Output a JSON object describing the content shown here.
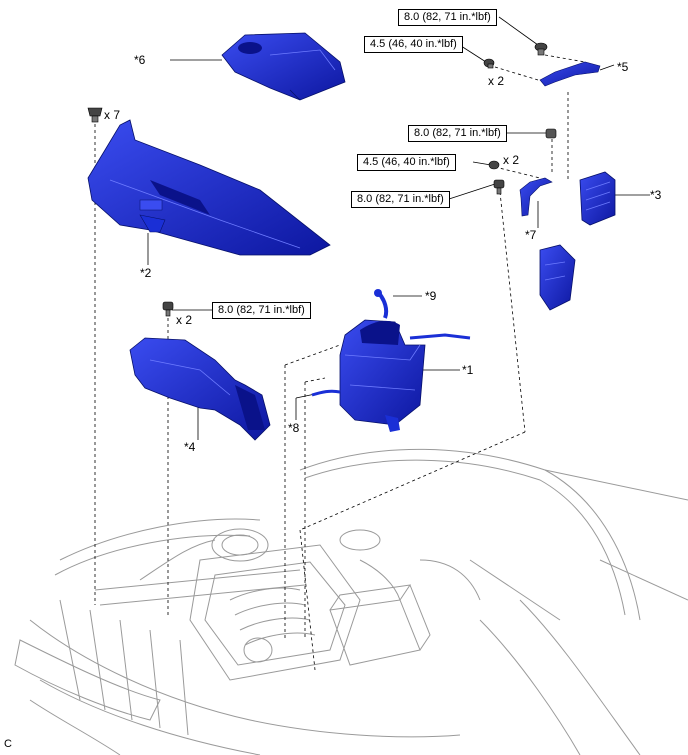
{
  "parts": [
    {
      "id": "p1",
      "label": "*1"
    },
    {
      "id": "p2",
      "label": "*2"
    },
    {
      "id": "p3",
      "label": "*3"
    },
    {
      "id": "p4",
      "label": "*4"
    },
    {
      "id": "p5",
      "label": "*5"
    },
    {
      "id": "p6",
      "label": "*6"
    },
    {
      "id": "p7",
      "label": "*7"
    },
    {
      "id": "p8",
      "label": "*8"
    },
    {
      "id": "p9",
      "label": "*9"
    }
  ],
  "torques": [
    {
      "id": "t1",
      "text": "8.0 (82, 71 in.*lbf)"
    },
    {
      "id": "t2",
      "text": "4.5 (46, 40 in.*lbf)"
    },
    {
      "id": "t3",
      "text": "8.0 (82, 71 in.*lbf)"
    },
    {
      "id": "t4",
      "text": "4.5 (46, 40 in.*lbf)"
    },
    {
      "id": "t5",
      "text": "8.0 (82, 71 in.*lbf)"
    },
    {
      "id": "t6",
      "text": "8.0 (82, 71 in.*lbf)"
    }
  ],
  "quantities": [
    {
      "id": "q1",
      "text": "x 7"
    },
    {
      "id": "q2",
      "text": "x 2"
    },
    {
      "id": "q3",
      "text": "x 2"
    },
    {
      "id": "q4",
      "text": "x 2"
    }
  ],
  "figure_code": "C",
  "colors": {
    "part_blue": "#1a2fd6",
    "part_dark": "#0a128a",
    "line": "#000000",
    "car_line": "#9a9a9a"
  }
}
